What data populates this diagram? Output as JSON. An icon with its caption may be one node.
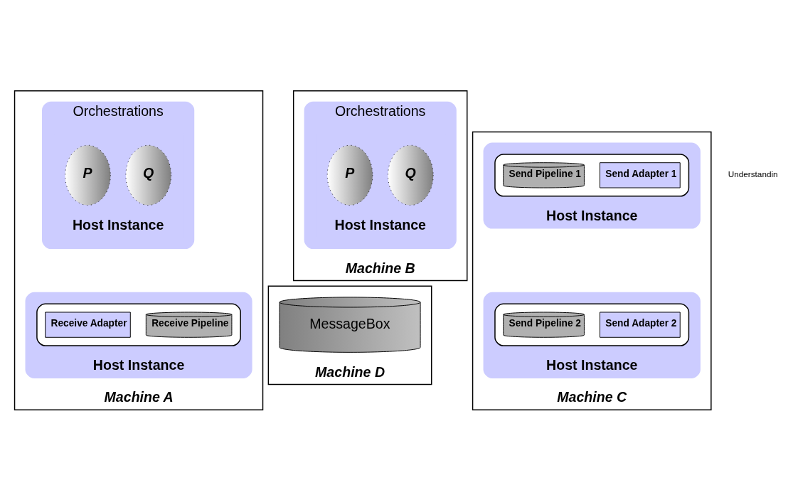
{
  "diagram": {
    "nodes": [
      {
        "text": [
          "Machine A"
        ]
      },
      {
        "text": [
          "Orchestrations",
          "Host Instance"
        ],
        "in": 0
      },
      {
        "text": [
          "P"
        ],
        "in": 1
      },
      {
        "text": [
          "Q"
        ],
        "in": 1
      },
      {
        "text": [
          "Host Instance"
        ],
        "in": 0
      },
      {
        "text": [],
        "shape": "box",
        "in": 4
      },
      {
        "text": [
          "Receive Adapter"
        ],
        "in": 5
      },
      {
        "text": [
          "Receive Pipeline"
        ],
        "in": 5
      },
      {
        "text": [
          "Machine B"
        ]
      },
      {
        "text": [
          "Orchestrations",
          "Host Instance"
        ],
        "in": 8
      },
      {
        "text": [
          "P"
        ],
        "in": 9
      },
      {
        "text": [
          "Q"
        ],
        "in": 9
      },
      {
        "text": [
          "Machine C"
        ]
      },
      {
        "text": [
          "Host Instance"
        ],
        "in": 12
      },
      {
        "text": [],
        "shape": "box",
        "in": 13
      },
      {
        "text": [
          "Send Pipeline 1"
        ],
        "in": 14
      },
      {
        "text": [
          "Send Adapter 1"
        ],
        "in": 14
      },
      {
        "text": [
          "Host Instance"
        ],
        "in": 12
      },
      {
        "text": [],
        "shape": "box",
        "in": 17
      },
      {
        "text": [
          "Send Pipeline 2"
        ],
        "in": 18
      },
      {
        "text": [
          "Send Adapter 2"
        ],
        "in": 18
      },
      {
        "text": [
          "Machine D"
        ]
      },
      {
        "text": [
          "MessageBox"
        ],
        "in": 21
      }
    ],
    "edges": [],
    "labels": [
      "Understandin"
    ]
  }
}
